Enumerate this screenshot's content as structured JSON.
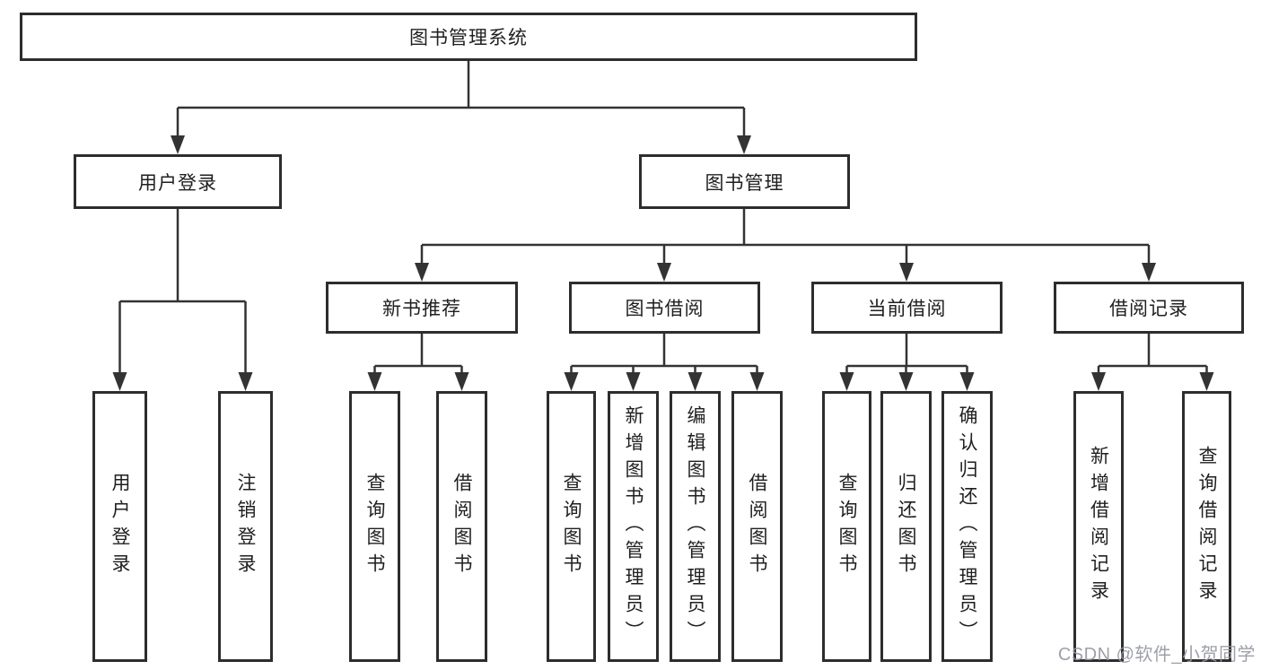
{
  "diagram": {
    "root": {
      "label": "图书管理系统"
    },
    "branches": [
      {
        "label": "用户登录",
        "children": [
          {
            "label": "用户登录"
          },
          {
            "label": "注销登录"
          }
        ]
      },
      {
        "label": "图书管理",
        "children": [
          {
            "label": "新书推荐",
            "children": [
              {
                "label": "查询图书"
              },
              {
                "label": "借阅图书"
              }
            ]
          },
          {
            "label": "图书借阅",
            "children": [
              {
                "label": "查询图书"
              },
              {
                "label": "新增图书（管理员）"
              },
              {
                "label": "编辑图书（管理员）"
              },
              {
                "label": "借阅图书"
              }
            ]
          },
          {
            "label": "当前借阅",
            "children": [
              {
                "label": "查询图书"
              },
              {
                "label": "归还图书"
              },
              {
                "label": "确认归还（管理员）"
              }
            ]
          },
          {
            "label": "借阅记录",
            "children": [
              {
                "label": "新增借阅记录"
              },
              {
                "label": "查询借阅记录"
              }
            ]
          }
        ]
      }
    ]
  },
  "watermark": {
    "text": "CSDN @软件_小贺同学"
  },
  "colors": {
    "line": "#333333",
    "box_border": "#2d2d2d",
    "text": "#1f1f1f",
    "watermark": "#9496a0",
    "background": "#ffffff"
  }
}
